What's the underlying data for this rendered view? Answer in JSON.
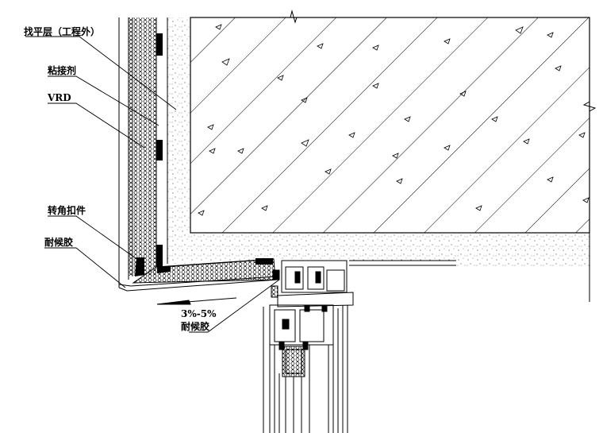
{
  "labels": {
    "leveling_layer": "找平层（工程外）",
    "adhesive": "粘接剂",
    "vrd": "VRD",
    "corner_fastener": "转角扣件",
    "sealant_outer": "耐候胶",
    "slope": "3%-5%",
    "sealant_inner": "耐候胶"
  },
  "colors": {
    "line": "#000000",
    "background": "#ffffff"
  }
}
